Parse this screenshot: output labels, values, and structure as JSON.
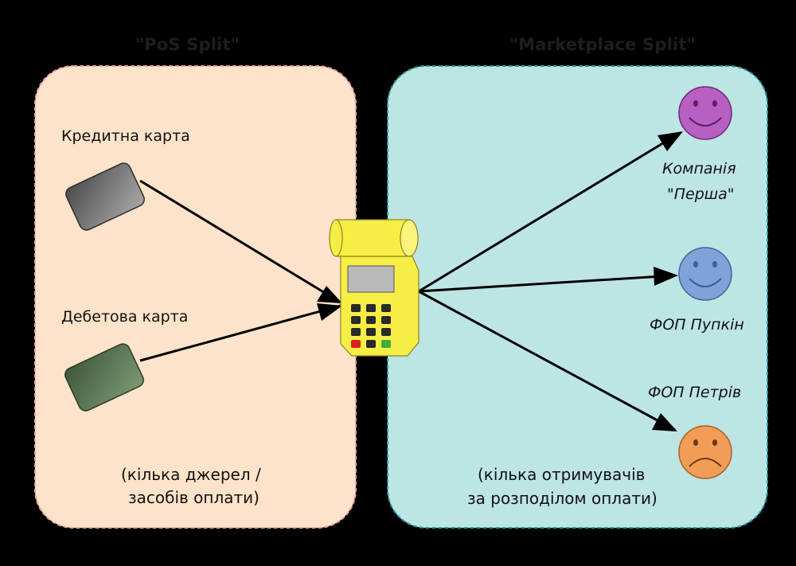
{
  "zones": {
    "left_title": "\"PoS Split\"",
    "right_title": "\"Marketplace Split\"",
    "left_note_line1": "(кілька джерел /",
    "left_note_line2": "засобів оплати)",
    "right_note_line1": "(кілька отримувачів",
    "right_note_line2": "за розподілом оплати)"
  },
  "sources": {
    "credit_label": "Кредитна карта",
    "debit_label": "Дебетова карта"
  },
  "recipients": {
    "r1_line1": "Компанія",
    "r1_line2": "\"Перша\"",
    "r2": "ФОП Пупкін",
    "r3": "ФОП Петрів"
  },
  "colors": {
    "left_zone_fill": "#fde3c9",
    "left_zone_border": "#e8a7a0",
    "right_zone_fill": "#bde5e4",
    "right_zone_border": "#2a9ea0",
    "credit_card": "#6f6f6f",
    "debit_card": "#56704f",
    "terminal": "#f7ee45",
    "recipient_1": "#b85fc4",
    "recipient_2": "#7fa3d8",
    "recipient_3": "#f29d55"
  },
  "icons": {
    "credit_card": "credit-card-icon",
    "debit_card": "debit-card-icon",
    "terminal": "pos-terminal-icon",
    "recipient_1": "smiley-face-icon",
    "recipient_2": "smiley-face-icon",
    "recipient_3": "sad-face-icon"
  }
}
